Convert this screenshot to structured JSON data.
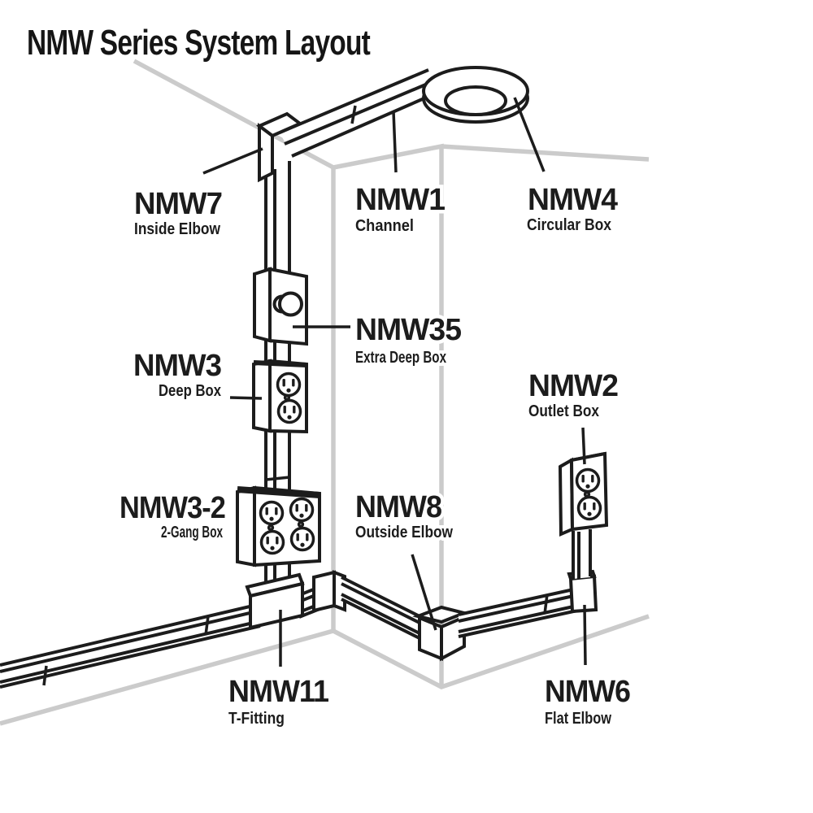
{
  "title": "NMW Series System Layout",
  "colors": {
    "ink": "#1c1c1c",
    "wall_gray": "#cbcbcb",
    "background": "#ffffff"
  },
  "diagram": {
    "kind": "raceway-system-layout",
    "scene": "room corner with ceiling, two walls and floor shown in light gray"
  },
  "labels": {
    "nmw7": {
      "code": "NMW7",
      "name": "Inside Elbow"
    },
    "nmw1": {
      "code": "NMW1",
      "name": "Channel"
    },
    "nmw4": {
      "code": "NMW4",
      "name": "Circular Box"
    },
    "nmw35": {
      "code": "NMW35",
      "name": "Extra Deep Box"
    },
    "nmw3": {
      "code": "NMW3",
      "name": "Deep Box"
    },
    "nmw2": {
      "code": "NMW2",
      "name": "Outlet Box"
    },
    "nmw3_2": {
      "code": "NMW3-2",
      "name": "2-Gang Box"
    },
    "nmw8": {
      "code": "NMW8",
      "name": "Outside Elbow"
    },
    "nmw11": {
      "code": "NMW11",
      "name": "T-Fitting"
    },
    "nmw6": {
      "code": "NMW6",
      "name": "Flat Elbow"
    }
  }
}
